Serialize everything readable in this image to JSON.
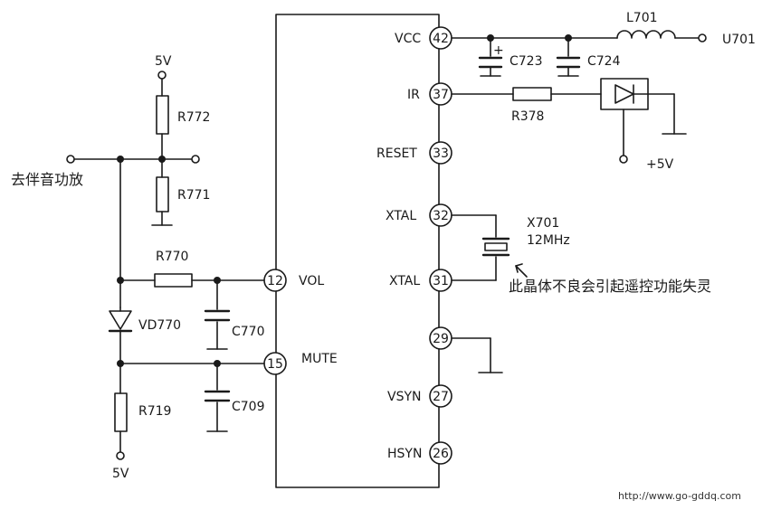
{
  "ic": {
    "pins": {
      "vcc": {
        "name": "VCC",
        "num": "42"
      },
      "ir": {
        "name": "IR",
        "num": "37"
      },
      "reset": {
        "name": "RESET",
        "num": "33"
      },
      "xtal1": {
        "name": "XTAL",
        "num": "32"
      },
      "xtal2": {
        "name": "XTAL",
        "num": "31"
      },
      "p29": {
        "name": "",
        "num": "29"
      },
      "vsyn": {
        "name": "VSYN",
        "num": "27"
      },
      "hsyn": {
        "name": "HSYN",
        "num": "26"
      },
      "vol": {
        "name": "VOL",
        "num": "12"
      },
      "mute": {
        "name": "MUTE",
        "num": "15"
      }
    }
  },
  "components": {
    "l701": "L701",
    "u701": "U701",
    "c723": "C723",
    "c724": "C724",
    "r378": "R378",
    "plus5v_right": "+5V",
    "x701": "X701",
    "x701_freq": "12MHz",
    "r772": "R772",
    "r771": "R771",
    "r770": "R770",
    "c770": "C770",
    "vd770": "VD770",
    "r719": "R719",
    "c709": "C709",
    "v5_top": "5V",
    "v5_bottom": "5V",
    "plus_sign": "+"
  },
  "annotations": {
    "to_amp": "去伴音功放",
    "crystal_note": "此晶体不良会引起遥控功能失灵"
  },
  "watermark": "http://www.go-gddq.com"
}
